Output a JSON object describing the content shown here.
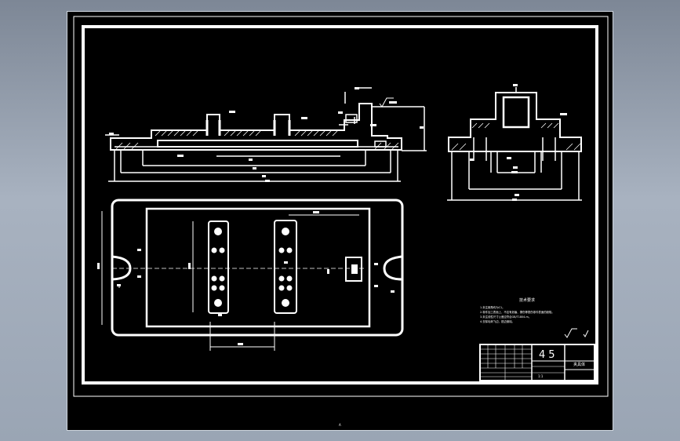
{
  "drawing": {
    "tech_requirements": {
      "heading": "技术要求",
      "lines": [
        "1.未注倒角均为C1。",
        "2.零件加工表面上，不应有划痕、擦伤等损伤零件表面的缺陷。",
        "3.未注线性尺寸公差应符合GB/T1804-m。",
        "4.去除毛刺飞边，锐边倒钝。"
      ]
    },
    "title_block": {
      "material": "45",
      "part_name": "夹具体",
      "scale_note": "1:1"
    },
    "bottom_mark": "A"
  },
  "colors": {
    "background": "#000000",
    "lines": "#ffffff",
    "frame": "#ffffff",
    "desktop": "#a0aab8"
  }
}
